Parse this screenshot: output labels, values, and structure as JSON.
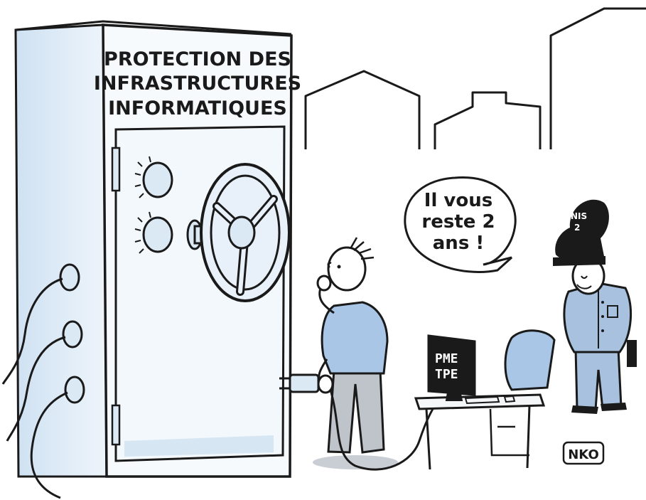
{
  "safe": {
    "title_line1": "PROTECTION DES",
    "title_line2": "INFRASTRUCTURES",
    "title_line3": "INFORMATIQUES"
  },
  "speech": {
    "line1": "Il vous",
    "line2": "reste 2",
    "line3": "ans !"
  },
  "monitor": {
    "line1": "PME",
    "line2": "TPE"
  },
  "hat": {
    "line1": "NIS",
    "line2": "2"
  },
  "signature": "NKO",
  "colors": {
    "ink": "#1a1a1a",
    "safe_blue": "#dbe9f5",
    "shirt_blue": "#a9c6e6",
    "uniform_blue": "#a7c1de",
    "shadow_grey": "#c9ced4"
  }
}
